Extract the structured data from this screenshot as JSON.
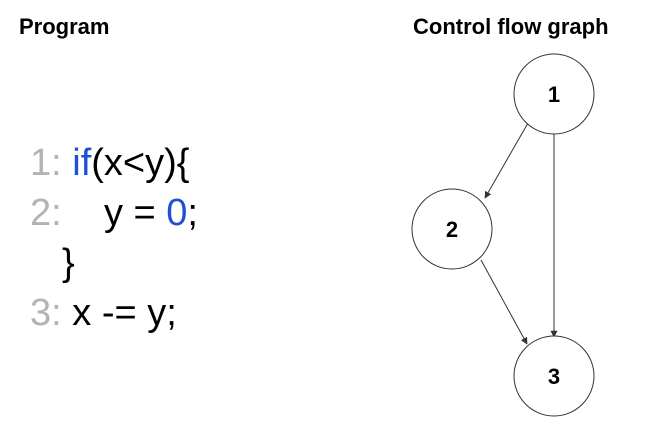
{
  "program": {
    "heading": "Program",
    "lines": [
      {
        "number": "1:",
        "keyword": "if",
        "rest": "(x<y){"
      },
      {
        "number": "2:",
        "indent": "   ",
        "pre": "y = ",
        "value": "0",
        "post": ";"
      },
      {
        "number": "",
        "brace": "}"
      },
      {
        "number": "3:",
        "text": " x -= y;"
      }
    ]
  },
  "cfg": {
    "heading": "Control flow graph",
    "nodes": [
      {
        "id": "1",
        "label": "1"
      },
      {
        "id": "2",
        "label": "2"
      },
      {
        "id": "3",
        "label": "3"
      }
    ],
    "edges": [
      {
        "from": "1",
        "to": "2"
      },
      {
        "from": "1",
        "to": "3"
      },
      {
        "from": "2",
        "to": "3"
      }
    ]
  }
}
